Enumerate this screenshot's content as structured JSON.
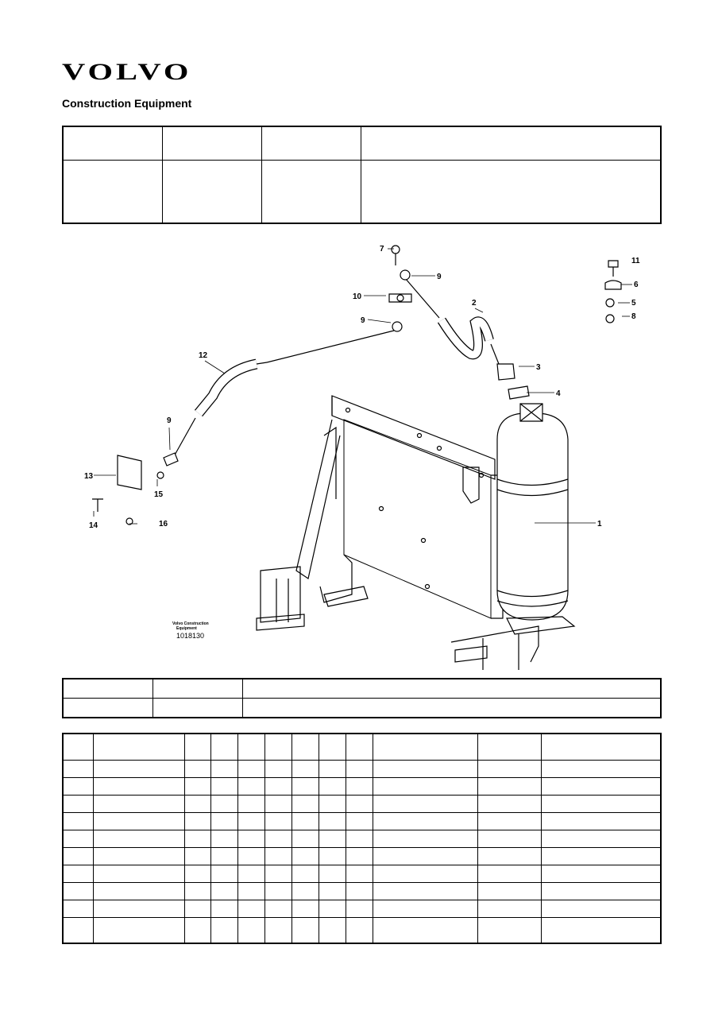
{
  "brand": {
    "name": "VOLVO",
    "subtitle": "Construction Equipment"
  },
  "figure": {
    "credit_line1": "Volvo Construction",
    "credit_line2": "Equipment",
    "number": "1018130",
    "callouts": [
      "1",
      "2",
      "3",
      "4",
      "5",
      "6",
      "7",
      "8",
      "9",
      "9",
      "9",
      "10",
      "11",
      "12",
      "13",
      "14",
      "15",
      "16"
    ]
  }
}
